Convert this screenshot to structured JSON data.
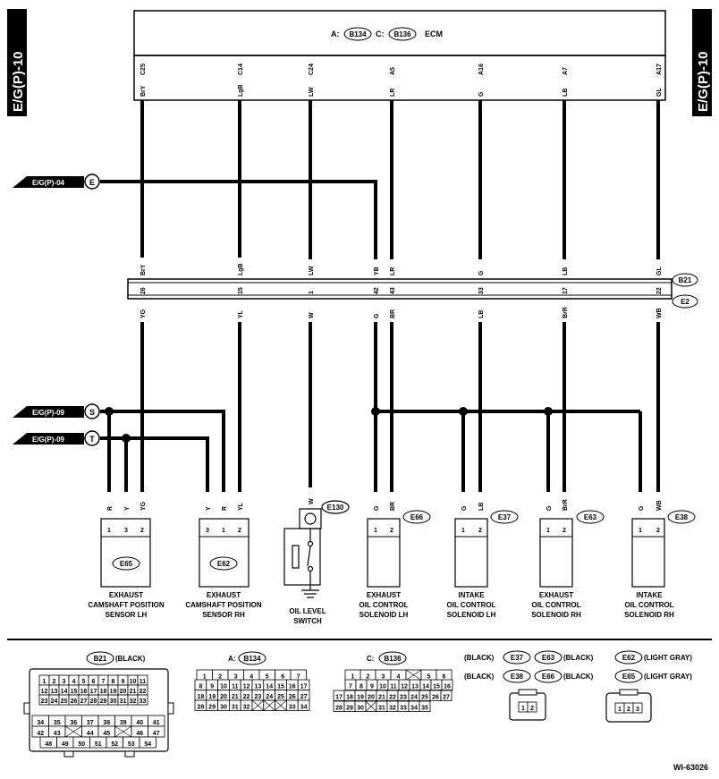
{
  "page_tag": "E/G(P)-10",
  "ecm": {
    "label": "ECM",
    "conn_a_prefix": "A:",
    "conn_a": "B134",
    "conn_c_prefix": "C:",
    "conn_c": "B136"
  },
  "ecm_pins": [
    "C25",
    "C14",
    "C24",
    "A5",
    "A16",
    "A7",
    "A17"
  ],
  "ecm_wires": [
    "BrY",
    "LgB",
    "LW",
    "LR",
    "G",
    "LB",
    "GL"
  ],
  "ref_e": {
    "text": "E/G(P)-04",
    "letter": "E"
  },
  "ref_s": {
    "text": "E/G(P)-09",
    "letter": "S"
  },
  "ref_t": {
    "text": "E/G(P)-09",
    "letter": "T"
  },
  "jc": {
    "upper_wires": [
      "BrY",
      "LgB",
      "LW",
      "YB",
      "LR",
      "G",
      "LB",
      "GL"
    ],
    "pins": [
      "26",
      "15",
      "1",
      "42",
      "43",
      "33",
      "17",
      "22"
    ],
    "lower_wires": [
      "YG",
      "YL",
      "W",
      "G",
      "BR",
      "LB",
      "BrR",
      "WB"
    ],
    "upper_conn": "B21",
    "lower_conn": "E2"
  },
  "components": [
    {
      "id": "E65",
      "pins": [
        "1",
        "3",
        "2"
      ],
      "wires": [
        "R",
        "Y",
        "YG"
      ],
      "name": [
        "EXHAUST",
        "CAMSHAFT POSITION",
        "SENSOR LH"
      ]
    },
    {
      "id": "E62",
      "pins": [
        "3",
        "1",
        "2"
      ],
      "wires": [
        "Y",
        "R",
        "YL"
      ],
      "name": [
        "EXHAUST",
        "CAMSHAFT POSITION",
        "SENSOR RH"
      ]
    },
    {
      "id": "E130",
      "pins": [],
      "wires": [
        "W"
      ],
      "name": [
        "OIL LEVEL",
        "SWITCH"
      ]
    },
    {
      "id": "E66",
      "pins": [
        "1",
        "2"
      ],
      "wires": [
        "G",
        "BR"
      ],
      "name": [
        "EXHAUST",
        "OIL CONTROL",
        "SOLENOID LH"
      ]
    },
    {
      "id": "E37",
      "pins": [
        "1",
        "2"
      ],
      "wires": [
        "G",
        "LB"
      ],
      "name": [
        "INTAKE",
        "OIL CONTROL",
        "SOLENOID LH"
      ]
    },
    {
      "id": "E63",
      "pins": [
        "1",
        "2"
      ],
      "wires": [
        "G",
        "BrR"
      ],
      "name": [
        "EXHAUST",
        "OIL CONTROL",
        "SOLENOID RH"
      ]
    },
    {
      "id": "E38",
      "pins": [
        "1",
        "2"
      ],
      "wires": [
        "G",
        "WB"
      ],
      "name": [
        "INTAKE",
        "OIL CONTROL",
        "SOLENOID RH"
      ]
    }
  ],
  "connectors": {
    "b21": {
      "id": "B21",
      "color": "(BLACK)",
      "rows": [
        [
          "1",
          "2",
          "3",
          "4",
          "5",
          "6",
          "7",
          "8",
          "9",
          "10",
          "11"
        ],
        [
          "12",
          "13",
          "14",
          "15",
          "16",
          "17",
          "18",
          "19",
          "20",
          "21",
          "22"
        ],
        [
          "23",
          "24",
          "25",
          "26",
          "27",
          "28",
          "29",
          "30",
          "31",
          "32",
          "33"
        ],
        [
          "34",
          "35",
          "36",
          "37",
          "38",
          "39",
          "40",
          "41"
        ],
        [
          "42",
          "43",
          "",
          "44",
          "45",
          "",
          "46",
          "47"
        ],
        [
          "48",
          "49",
          "50",
          "51",
          "52",
          "53",
          "54"
        ]
      ]
    },
    "b134": {
      "prefix": "A:",
      "id": "B134",
      "rows": [
        [
          "1",
          "2",
          "3",
          "4",
          "5",
          "6",
          "7"
        ],
        [
          "8",
          "9",
          "10",
          "11",
          "12",
          "13",
          "14",
          "15",
          "16",
          "17"
        ],
        [
          "18",
          "19",
          "20",
          "21",
          "22",
          "23",
          "24",
          "25",
          "26",
          "27"
        ],
        [
          "28",
          "29",
          "30",
          "31",
          "32",
          "",
          "",
          "",
          "33",
          "34"
        ]
      ]
    },
    "b136": {
      "prefix": "C:",
      "id": "B136",
      "rows": [
        [
          "1",
          "2",
          "3",
          "4",
          "",
          "5",
          "6"
        ],
        [
          "7",
          "8",
          "9",
          "10",
          "11",
          "12",
          "13",
          "14",
          "15",
          "16"
        ],
        [
          "17",
          "18",
          "19",
          "20",
          "21",
          "22",
          "23",
          "24",
          "25",
          "26",
          "27"
        ],
        [
          "28",
          "29",
          "30",
          "",
          "31",
          "32",
          "33",
          "34",
          "35"
        ]
      ]
    },
    "e37": {
      "ids": [
        "E37",
        "E63",
        "E38",
        "E66"
      ],
      "colors": [
        "(BLACK)",
        "(BLACK)",
        "(BLACK)",
        "(BLACK)"
      ],
      "pins": [
        "1",
        "2"
      ]
    },
    "e62": {
      "ids": [
        "E62",
        "E65"
      ],
      "colors": [
        "(LIGHT GRAY)",
        "(LIGHT GRAY)"
      ],
      "pins": [
        "1",
        "2",
        "3"
      ]
    }
  },
  "figure_id": "WI-63026"
}
